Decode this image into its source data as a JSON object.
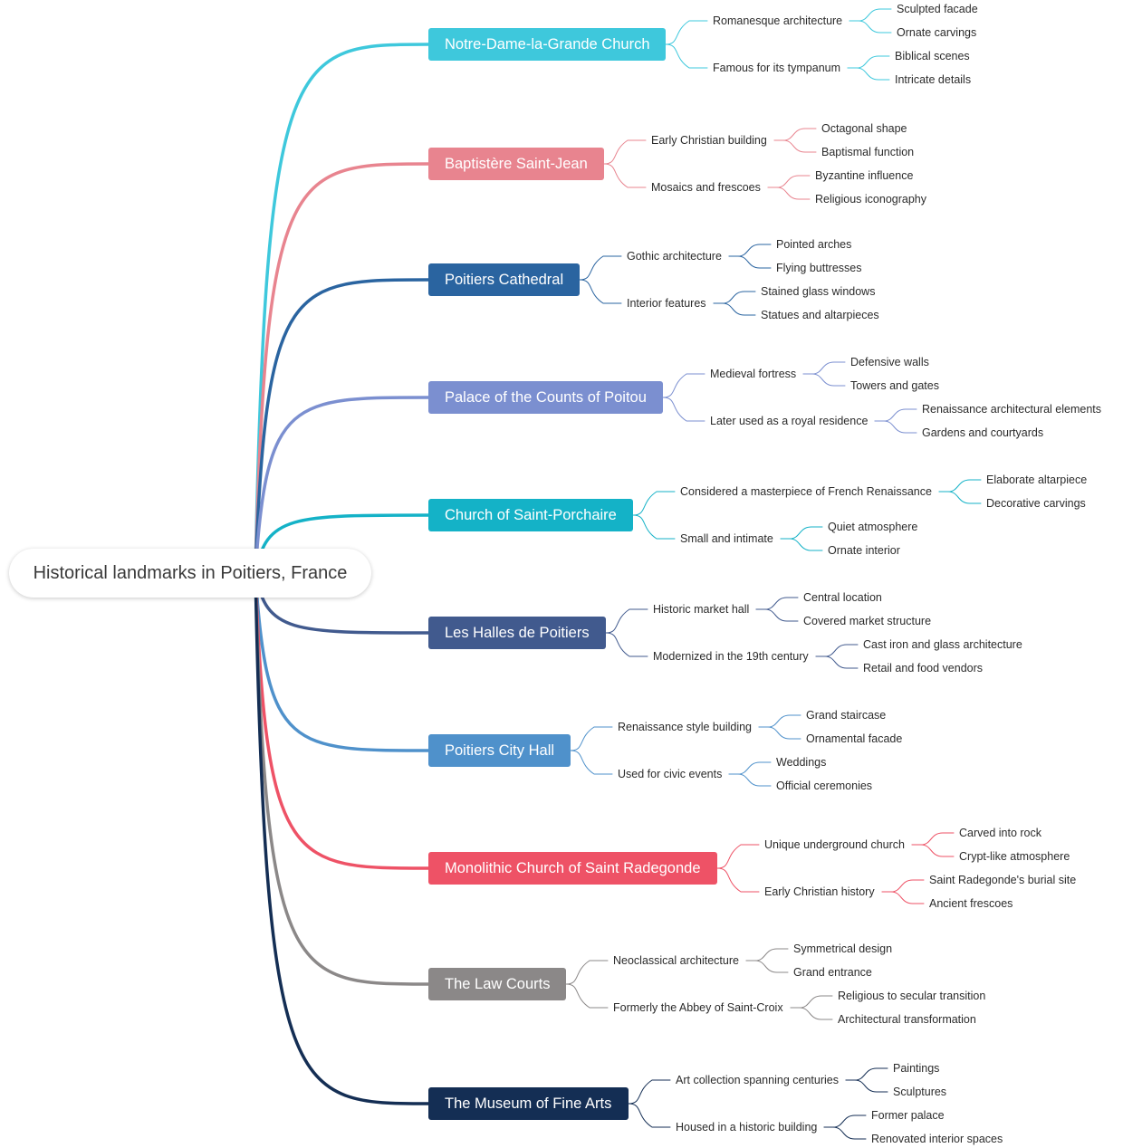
{
  "root": {
    "label": "Historical landmarks in Poitiers, France"
  },
  "branches": [
    {
      "label": "Notre-Dame-la-Grande Church",
      "color": "#3ec8dc",
      "children": [
        {
          "label": "Romanesque architecture",
          "leaves": [
            "Sculpted facade",
            "Ornate carvings"
          ]
        },
        {
          "label": "Famous for its tympanum",
          "leaves": [
            "Biblical scenes",
            "Intricate details"
          ]
        }
      ]
    },
    {
      "label": "Baptistère Saint-Jean",
      "color": "#e8848f",
      "children": [
        {
          "label": "Early Christian building",
          "leaves": [
            "Octagonal shape",
            "Baptismal function"
          ]
        },
        {
          "label": "Mosaics and frescoes",
          "leaves": [
            "Byzantine influence",
            "Religious iconography"
          ]
        }
      ]
    },
    {
      "label": "Poitiers Cathedral",
      "color": "#2a64a0",
      "children": [
        {
          "label": "Gothic architecture",
          "leaves": [
            "Pointed arches",
            "Flying buttresses"
          ]
        },
        {
          "label": "Interior features",
          "leaves": [
            "Stained glass windows",
            "Statues and altarpieces"
          ]
        }
      ]
    },
    {
      "label": "Palace of the Counts of Poitou",
      "color": "#7b8fd0",
      "children": [
        {
          "label": "Medieval fortress",
          "leaves": [
            "Defensive walls",
            "Towers and gates"
          ]
        },
        {
          "label": "Later used as a royal residence",
          "leaves": [
            "Renaissance architectural elements",
            "Gardens and courtyards"
          ]
        }
      ]
    },
    {
      "label": "Church of Saint-Porchaire",
      "color": "#14b2c7",
      "children": [
        {
          "label": "Considered a masterpiece of French Renaissance",
          "leaves": [
            "Elaborate altarpiece",
            "Decorative carvings"
          ]
        },
        {
          "label": "Small and intimate",
          "leaves": [
            "Quiet atmosphere",
            "Ornate interior"
          ]
        }
      ]
    },
    {
      "label": "Les Halles de Poitiers",
      "color": "#415a8e",
      "children": [
        {
          "label": "Historic market hall",
          "leaves": [
            "Central location",
            "Covered market structure"
          ]
        },
        {
          "label": "Modernized in the 19th century",
          "leaves": [
            "Cast iron and glass architecture",
            "Retail and food vendors"
          ]
        }
      ]
    },
    {
      "label": "Poitiers City Hall",
      "color": "#4f91cb",
      "children": [
        {
          "label": "Renaissance style building",
          "leaves": [
            "Grand staircase",
            "Ornamental facade"
          ]
        },
        {
          "label": "Used for civic events",
          "leaves": [
            "Weddings",
            "Official ceremonies"
          ]
        }
      ]
    },
    {
      "label": "Monolithic Church of Saint Radegonde",
      "color": "#ee5266",
      "children": [
        {
          "label": "Unique underground church",
          "leaves": [
            "Carved into rock",
            "Crypt-like atmosphere"
          ]
        },
        {
          "label": "Early Christian history",
          "leaves": [
            "Saint Radegonde's burial site",
            "Ancient frescoes"
          ]
        }
      ]
    },
    {
      "label": "The Law Courts",
      "color": "#8b8888",
      "children": [
        {
          "label": "Neoclassical architecture",
          "leaves": [
            "Symmetrical design",
            "Grand entrance"
          ]
        },
        {
          "label": "Formerly the Abbey of Saint-Croix",
          "leaves": [
            "Religious to secular transition",
            "Architectural transformation"
          ]
        }
      ]
    },
    {
      "label": "The Museum of Fine Arts",
      "color": "#142e54",
      "children": [
        {
          "label": "Art collection spanning centuries",
          "leaves": [
            "Paintings",
            "Sculptures"
          ]
        },
        {
          "label": "Housed in a historic building",
          "leaves": [
            "Former palace",
            "Renovated interior spaces"
          ]
        }
      ]
    }
  ]
}
